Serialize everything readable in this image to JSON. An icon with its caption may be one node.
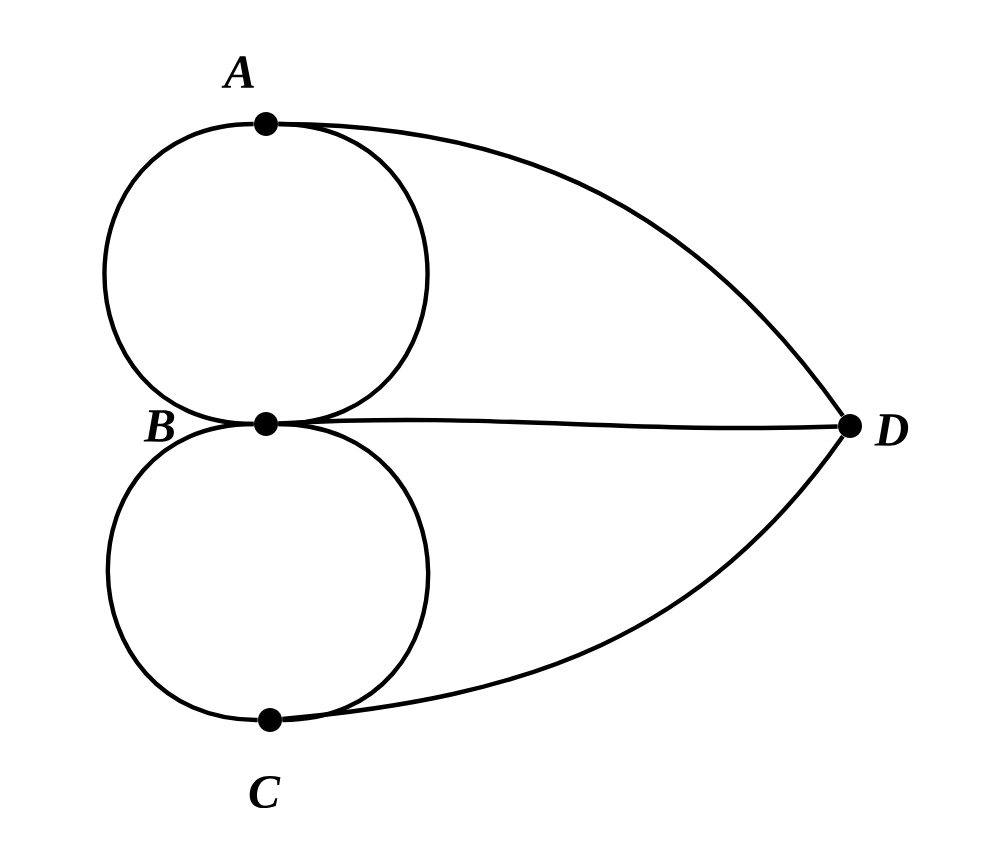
{
  "diagram": {
    "nodes": [
      {
        "text": [],
        "shape": "circle",
        "beside": [
          "A"
        ]
      },
      {
        "text": [],
        "shape": "circle",
        "beside": [
          "B"
        ]
      },
      {
        "text": [],
        "shape": "circle",
        "beside": [
          "C"
        ]
      },
      {
        "text": [],
        "shape": "circle",
        "beside": [
          "D"
        ]
      }
    ],
    "edges": [
      {
        "from": 0,
        "to": 1,
        "arrow": "none"
      },
      {
        "from": 0,
        "to": 1,
        "arrow": "none"
      },
      {
        "from": 1,
        "to": 2,
        "arrow": "none"
      },
      {
        "from": 1,
        "to": 2,
        "arrow": "none"
      },
      {
        "from": 0,
        "to": 3,
        "arrow": "none"
      },
      {
        "from": 1,
        "to": 3,
        "arrow": "none"
      },
      {
        "from": 2,
        "to": 3,
        "arrow": "none"
      }
    ]
  }
}
